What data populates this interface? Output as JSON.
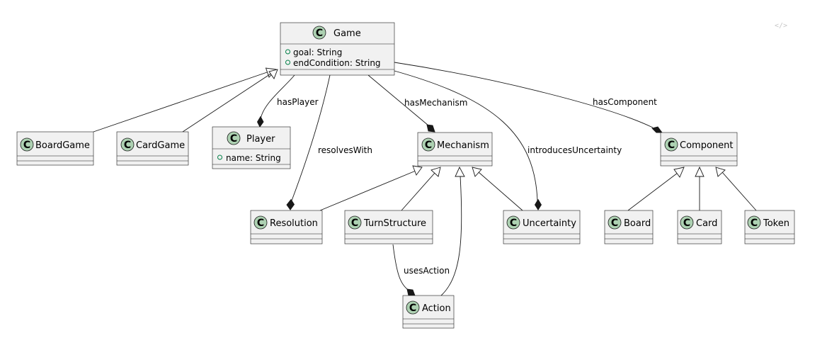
{
  "diagram": {
    "code_icon": "</>",
    "classes": {
      "game": {
        "name": "Game",
        "stereotype_letter": "C",
        "attributes": [
          "goal: String",
          "endCondition: String"
        ]
      },
      "boardgame": {
        "name": "BoardGame",
        "stereotype_letter": "C"
      },
      "cardgame": {
        "name": "CardGame",
        "stereotype_letter": "C"
      },
      "player": {
        "name": "Player",
        "stereotype_letter": "C",
        "attributes": [
          "name: String"
        ]
      },
      "mechanism": {
        "name": "Mechanism",
        "stereotype_letter": "C"
      },
      "component": {
        "name": "Component",
        "stereotype_letter": "C"
      },
      "resolution": {
        "name": "Resolution",
        "stereotype_letter": "C"
      },
      "turnstructure": {
        "name": "TurnStructure",
        "stereotype_letter": "C"
      },
      "uncertainty": {
        "name": "Uncertainty",
        "stereotype_letter": "C"
      },
      "board": {
        "name": "Board",
        "stereotype_letter": "C"
      },
      "card": {
        "name": "Card",
        "stereotype_letter": "C"
      },
      "token": {
        "name": "Token",
        "stereotype_letter": "C"
      },
      "action": {
        "name": "Action",
        "stereotype_letter": "C"
      }
    },
    "relations": {
      "hasPlayer": "hasPlayer",
      "resolvesWith": "resolvesWith",
      "hasMechanism": "hasMechanism",
      "introducesUncertainty": "introducesUncertainty",
      "hasComponent": "hasComponent",
      "usesAction": "usesAction"
    }
  }
}
